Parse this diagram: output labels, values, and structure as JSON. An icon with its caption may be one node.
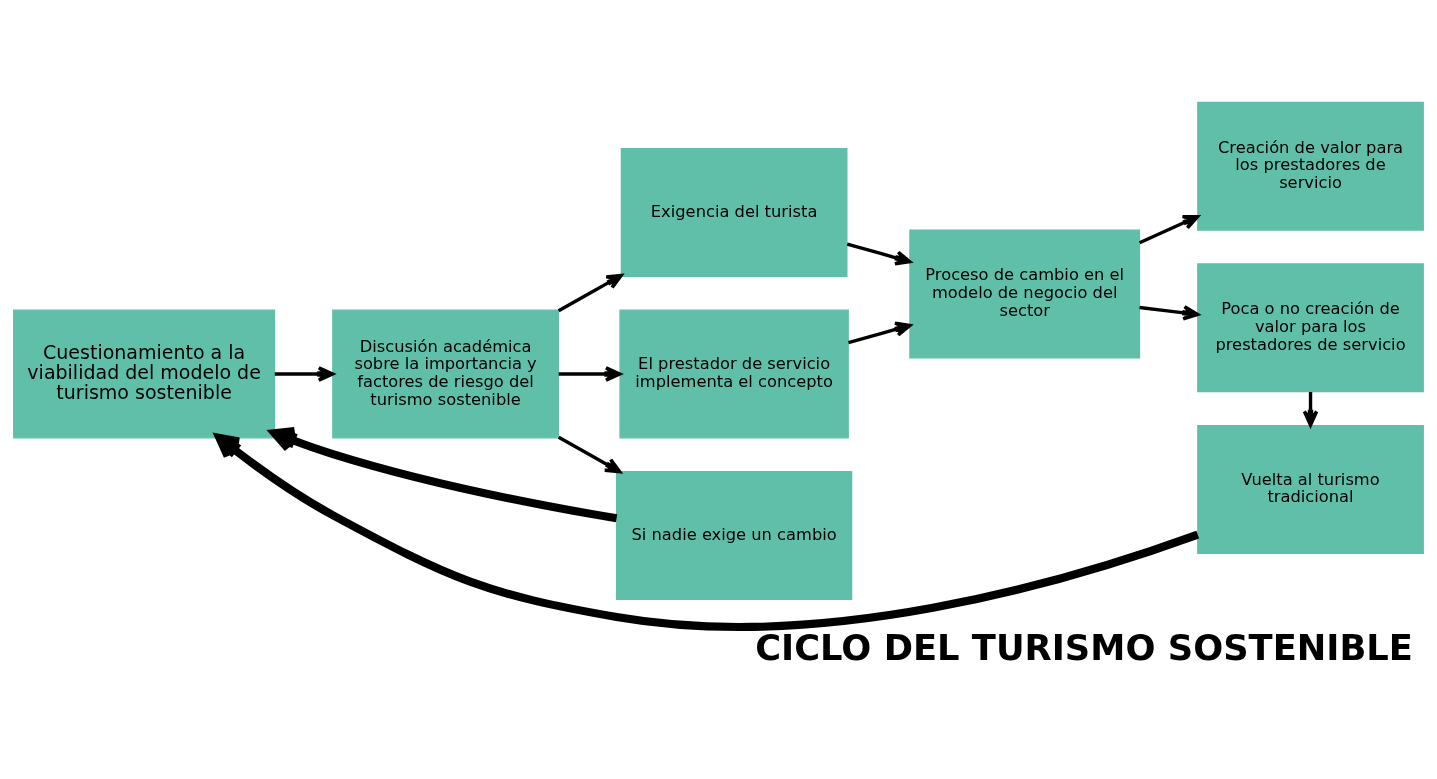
{
  "diagram": {
    "title": "CICLO DEL TURISMO SOSTENIBLE",
    "nodes": [
      {
        "text": [
          "Cuestionamiento a la viabilidad del modelo de turismo sostenible"
        ]
      },
      {
        "text": [
          "Discusión académica sobre la importancia y factores de riesgo del turismo sostenible"
        ]
      },
      {
        "text": [
          "Exigencia del turista"
        ]
      },
      {
        "text": [
          "El prestador de servicio implementa el concepto"
        ]
      },
      {
        "text": [
          "Si nadie exige un cambio"
        ]
      },
      {
        "text": [
          "Proceso de cambio en el modelo de negocio del sector"
        ]
      },
      {
        "text": [
          "Creación de valor para los prestadores de servicio"
        ]
      },
      {
        "text": [
          "Poca o no creación de valor para los prestadores de servicio"
        ]
      },
      {
        "text": [
          "Vuelta al turismo tradicional"
        ]
      }
    ],
    "edges": [
      {
        "from": 0,
        "to": 1,
        "arrow": "to"
      },
      {
        "from": 1,
        "to": 2,
        "arrow": "to"
      },
      {
        "from": 1,
        "to": 3,
        "arrow": "to"
      },
      {
        "from": 1,
        "to": 4,
        "arrow": "to"
      },
      {
        "from": 2,
        "to": 5,
        "arrow": "to"
      },
      {
        "from": 3,
        "to": 5,
        "arrow": "to"
      },
      {
        "from": 5,
        "to": 6,
        "arrow": "to"
      },
      {
        "from": 5,
        "to": 7,
        "arrow": "to"
      },
      {
        "from": 7,
        "to": 8,
        "arrow": "to"
      },
      {
        "from": 4,
        "to": 0,
        "arrow": "to",
        "style": "thick"
      },
      {
        "from": 8,
        "to": 0,
        "arrow": "to",
        "style": "thick"
      }
    ]
  }
}
